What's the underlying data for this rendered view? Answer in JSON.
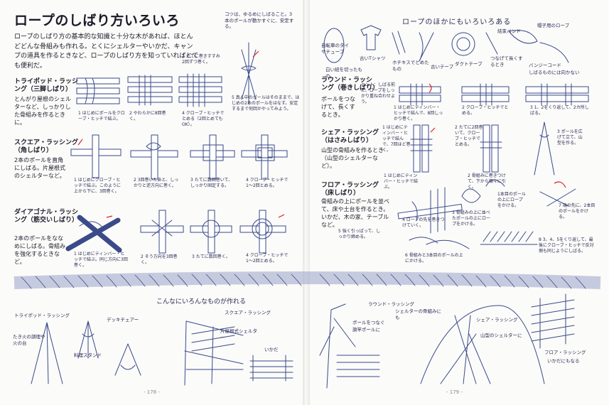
{
  "title": "ロープのしばり方いろいろ",
  "intro": "ロープのしばり方の基本的な知識と十分な木があれば、ほとんどどんな骨組みも作れる。とくにシェルターやいかだ、キャンプの道具を作るときなど、ロープのしばり方を知っていればとても便利だ。",
  "left_sections": [
    {
      "title": "トライポッド・ラッシング（三脚しばり）",
      "desc": "とんがり屋根のシェルターなど、しっかりした骨組みを作るときに。"
    },
    {
      "title": "スクエア・ラッシング（角しばり）",
      "desc": "2本のポールを直角にしばる。片屋根式のシェルターなど。"
    },
    {
      "title": "ダイアゴナル・ラッシング（筋交いしばり）",
      "desc": "2本のポールをななめにしばる。骨組みを強化するときなど。"
    }
  ],
  "right_title": "ロープのほかにもいろいろある",
  "right_sections": [
    {
      "title": "ラウンド・ラッシング（巻きしばり）",
      "desc": "ポールをつなげて、長くするとき。"
    },
    {
      "title": "シェア・ラッシング（はさみしばり）",
      "desc": "山型の骨組みを作るとき（山型のシェルターなど）。"
    },
    {
      "title": "フロア・ラッシング（床しばり）",
      "desc": "骨組みの上にポールを並べて、床や土台を作るとき。いかだ、木の家、テーブルなど。"
    }
  ],
  "tripod_steps": [
    "1 はじめにポールをクローブ・ヒッチで結ぶ。",
    "2 やわらかに8回巻く。",
    "3 たてに巻きすすみ2回ずつ巻く。",
    "4 クローブ・ヒッチでとめる（2回とめてもOK）。"
  ],
  "tripod_note": "コツは、ゆるめにしばること。3本のポールが動かすぐに、安定する。",
  "tripod_note2": "5 真ん中のポールはそのままで、はじめの2本のポールをはなす。安定するまで何回かやってみよう。",
  "square_steps": [
    "1 はじめにクローブ・ヒッチで結ぶ。このように上から下に、3回巻く。",
    "2 3回巻いたあと、しっかりと逆方向に巻く。",
    "3 たてに数回巻いて、しっかり固定する。",
    "4 クローブ・ヒッチで1〜2回とめる。"
  ],
  "diag_steps": [
    "1 はじめにティンバー・ヒッチで結ぶ。同じ方向に3回巻く。",
    "2 そう方向を3回巻く。",
    "3 たてに数回巻く。",
    "4 クローブ・ヒッチで1〜2回とめる。"
  ],
  "round_steps": [
    "ヒント：しばる前に、ロープをしっかり重ね合わせよう。",
    "1 はじめにティンバー・ヒッチで結んで、8回しっかり巻く。",
    "2 クローブ・ヒッチでとめる。",
    "3 1、2をくり返して、2カ所しばる。"
  ],
  "shear_steps": [
    "1 はじめにティンバー・ヒッチで結んで、7回ほど巻く。",
    "2 たてに2回巻いて、クローブ・ヒッチでとめる。",
    "3 ポールを広げて立て、山型を作る。"
  ],
  "floor_steps": [
    "1 はじめにティンバー・ヒッチで結ぶ。",
    "2 骨組みに巻きつけて、下から順々に引く。",
    "3 骨組みの上に並べたポールの上にロープをかける。",
    "4 ロープの先を巻きつけていく。",
    "5 強く引っぱって、しっかり締める。",
    "6 骨組みと3本目のポールの上にかける。",
    "7 端の先に、2本目のポールをかける。",
    "8 3、4、5をくり返して、最後にクローブ・ヒッチで反対側も同じようにしばる。",
    "1本目のポールの上にロープをかける。"
  ],
  "tools_labels": [
    "白い紐を切ったもの",
    "自転車のタイヤチューブ",
    "古いTシャツ",
    "ホチキスでとめたもの",
    "ダクトテープ",
    "古いテープ",
    "結束バンド",
    "つなげて長くするとき",
    "バンジーコード",
    "しばるものには向かない",
    "帽子用のロープ"
  ],
  "bottom_title": "こんなにいろんなものが作れる",
  "bottom_labels": [
    "トライポッド・ラッシング",
    "たき火の調理や火の台",
    "デッキチェアー",
    "料理スタンド",
    "スクエア・ラッシング",
    "片屋根式シェルター",
    "いかだ",
    "ラウンド・ラッシング",
    "ポールをつなぐ",
    "旗竿ポールに",
    "シェルターの骨組みにも",
    "シェア・ラッシング",
    "山型のシェルターに",
    "フロア・ラッシング",
    "いかだにもなる"
  ],
  "page_numbers": [
    "- 178 -",
    "- 179 -"
  ]
}
